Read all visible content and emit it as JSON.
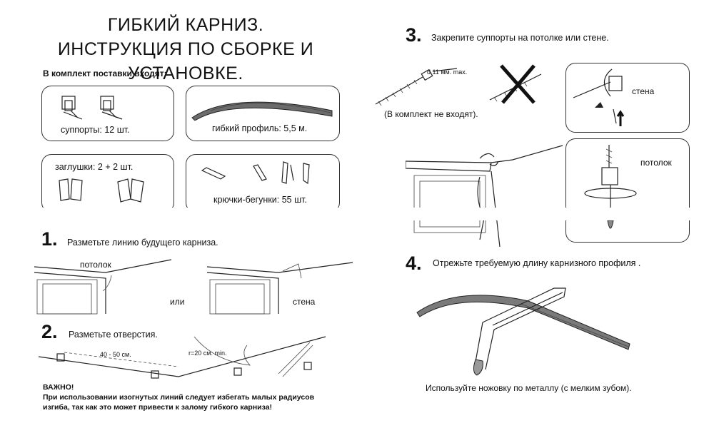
{
  "title": {
    "line1": "ГИБКИЙ КАРНИЗ.",
    "line2": "ИНСТРУКЦИЯ ПО СБОРКЕ И УСТАНОВКЕ."
  },
  "kit": {
    "heading": "В комплект поставки входят:",
    "supports": "суппорты: 12 шт.",
    "profile": "гибкий профиль: 5,5 м.",
    "caps": "заглушки: 2 + 2 шт.",
    "hooks": "крючки-бегунки: 55 шт."
  },
  "step1": {
    "number": "1.",
    "text": "Разметьте линию будущего карниза.",
    "ceiling": "потолок",
    "or": "или",
    "wall": "стена"
  },
  "step2": {
    "number": "2.",
    "text": "Разметьте отверстия.",
    "spacing": "40 - 50 см.",
    "radius": "r=20 см. min."
  },
  "warning": {
    "title": "ВАЖНО!",
    "line1": "При использовании изогнутых линий следует избегать малых радиусов",
    "line2": "изгиба, так как это может привести к залому гибкого карниза!"
  },
  "step3": {
    "number": "3.",
    "text": "Закрепите суппорты на потолке или стене.",
    "dowel": "d 11 мм. max.",
    "not_included": "(В комплект не входят).",
    "wall": "стена",
    "ceiling": "потолок"
  },
  "step4": {
    "number": "4.",
    "text": "Отрежьте требуемую длину карнизного профиля .",
    "tip": "Используйте ножовку по металлу (с мелким зубом)."
  }
}
